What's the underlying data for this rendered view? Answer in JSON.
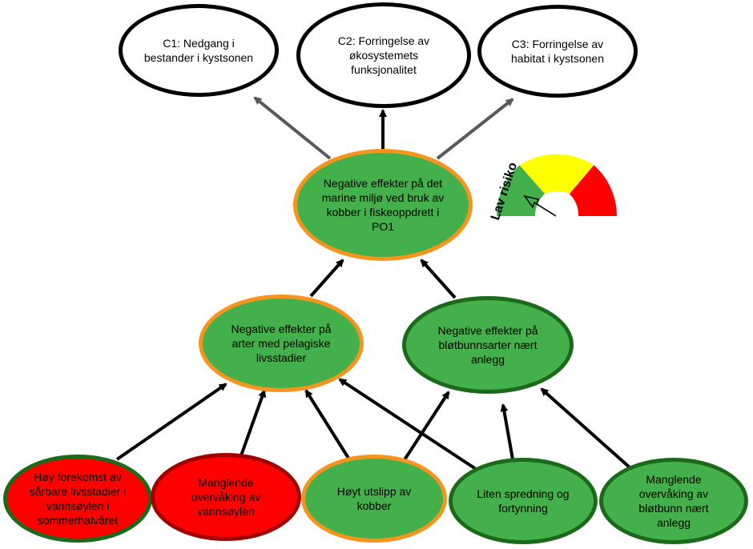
{
  "colors": {
    "green_fill": "#44b04b",
    "red_fill": "#ff0000",
    "orange_border": "#f7941d",
    "dark_green_border": "#1a6a1a",
    "dark_red_border": "#a00000",
    "arrow_black": "#000000",
    "arrow_gray": "#595959",
    "gauge_green": "#44b04b",
    "gauge_yellow": "#ffff00",
    "gauge_red": "#ff0000"
  },
  "consequences": {
    "c1": "C1: Nedgang i bestander i kystsonen",
    "c2": "C2: Forringelse av økosystemets funksjonalitet",
    "c3": "C3: Forringelse av habitat i kystsonen"
  },
  "center": {
    "label": "Negative effekter på det marine miljø ved bruk av kobber i fiskeoppdrett i PO1"
  },
  "middle": {
    "pelagic": "Negative effekter på arter med pelagiske livsstadier",
    "soft_bottom": "Negative effekter på bløtbunnsarter nært anlegg"
  },
  "bottom": {
    "b1": "Høy forekomst av sårbare livsstadier i vannsøylen i sommerhalvåret",
    "b2": "Manglende overvåking av vannsøylen",
    "b3": "Høyt utslipp av kobber",
    "b4": "Liten spredning og fortynning",
    "b5": "Manglende overvåking av bløtbunn nært anlegg"
  },
  "gauge": {
    "label": "Lav risiko",
    "level": "low"
  }
}
